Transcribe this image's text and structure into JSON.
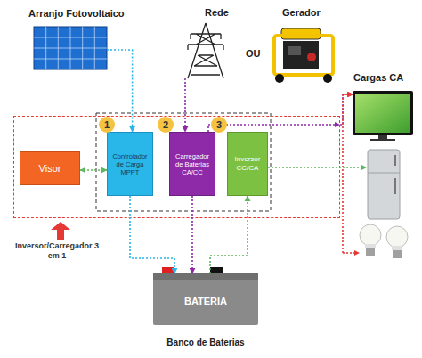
{
  "diagram": {
    "nodes": [
      {
        "text": [
          "Arranjo Fotovoltaico"
        ]
      },
      {
        "text": [
          "Rede"
        ]
      },
      {
        "text": [
          "Gerador"
        ]
      },
      {
        "text": [
          "Cargas CA"
        ]
      },
      {
        "text": [
          "Inversor/Carregador 3 em 1"
        ]
      },
      {
        "text": [
          "Visor"
        ],
        "in": 4
      },
      {
        "text": [
          "Controlador de Carga MPPT"
        ],
        "in": 4
      },
      {
        "text": [
          "Carregador de Baterias CA/CC"
        ],
        "in": 4
      },
      {
        "text": [
          "Inversor CC/CA"
        ],
        "in": 4
      },
      {
        "text": [
          "BATERIA",
          "Banco de Baterias"
        ]
      }
    ],
    "edges": [
      {
        "from": 0,
        "to": 6,
        "arrow": "to"
      },
      {
        "from": 1,
        "to": 7,
        "arrow": "to"
      },
      {
        "from": 5,
        "to": 6,
        "arrow": "both"
      },
      {
        "from": 6,
        "to": 9,
        "arrow": "to"
      },
      {
        "from": 7,
        "to": 9,
        "arrow": "to"
      },
      {
        "from": 9,
        "to": 8,
        "arrow": "to"
      },
      {
        "from": 7,
        "to": 3,
        "arrow": "to"
      }
    ],
    "labels": [
      "OU",
      "1",
      "2",
      "3"
    ]
  }
}
